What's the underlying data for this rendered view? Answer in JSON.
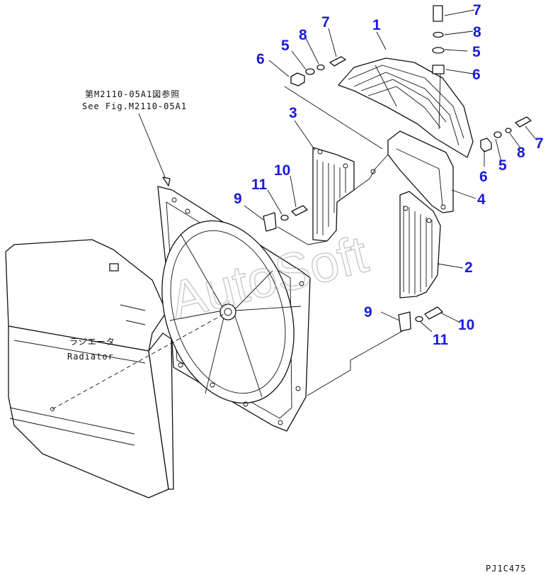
{
  "diagram": {
    "callouts": [
      "1",
      "2",
      "3",
      "4",
      "5",
      "6",
      "7",
      "8",
      "9",
      "10",
      "11"
    ],
    "reference_note": {
      "japanese": "第M2110-05A1図参照",
      "english": "See Fig.M2110-05A1"
    },
    "radiator_label": {
      "japanese": "ラジエータ",
      "english": "Radiator"
    },
    "watermark": "AutoSoft",
    "figure_code": "PJ1C475"
  }
}
